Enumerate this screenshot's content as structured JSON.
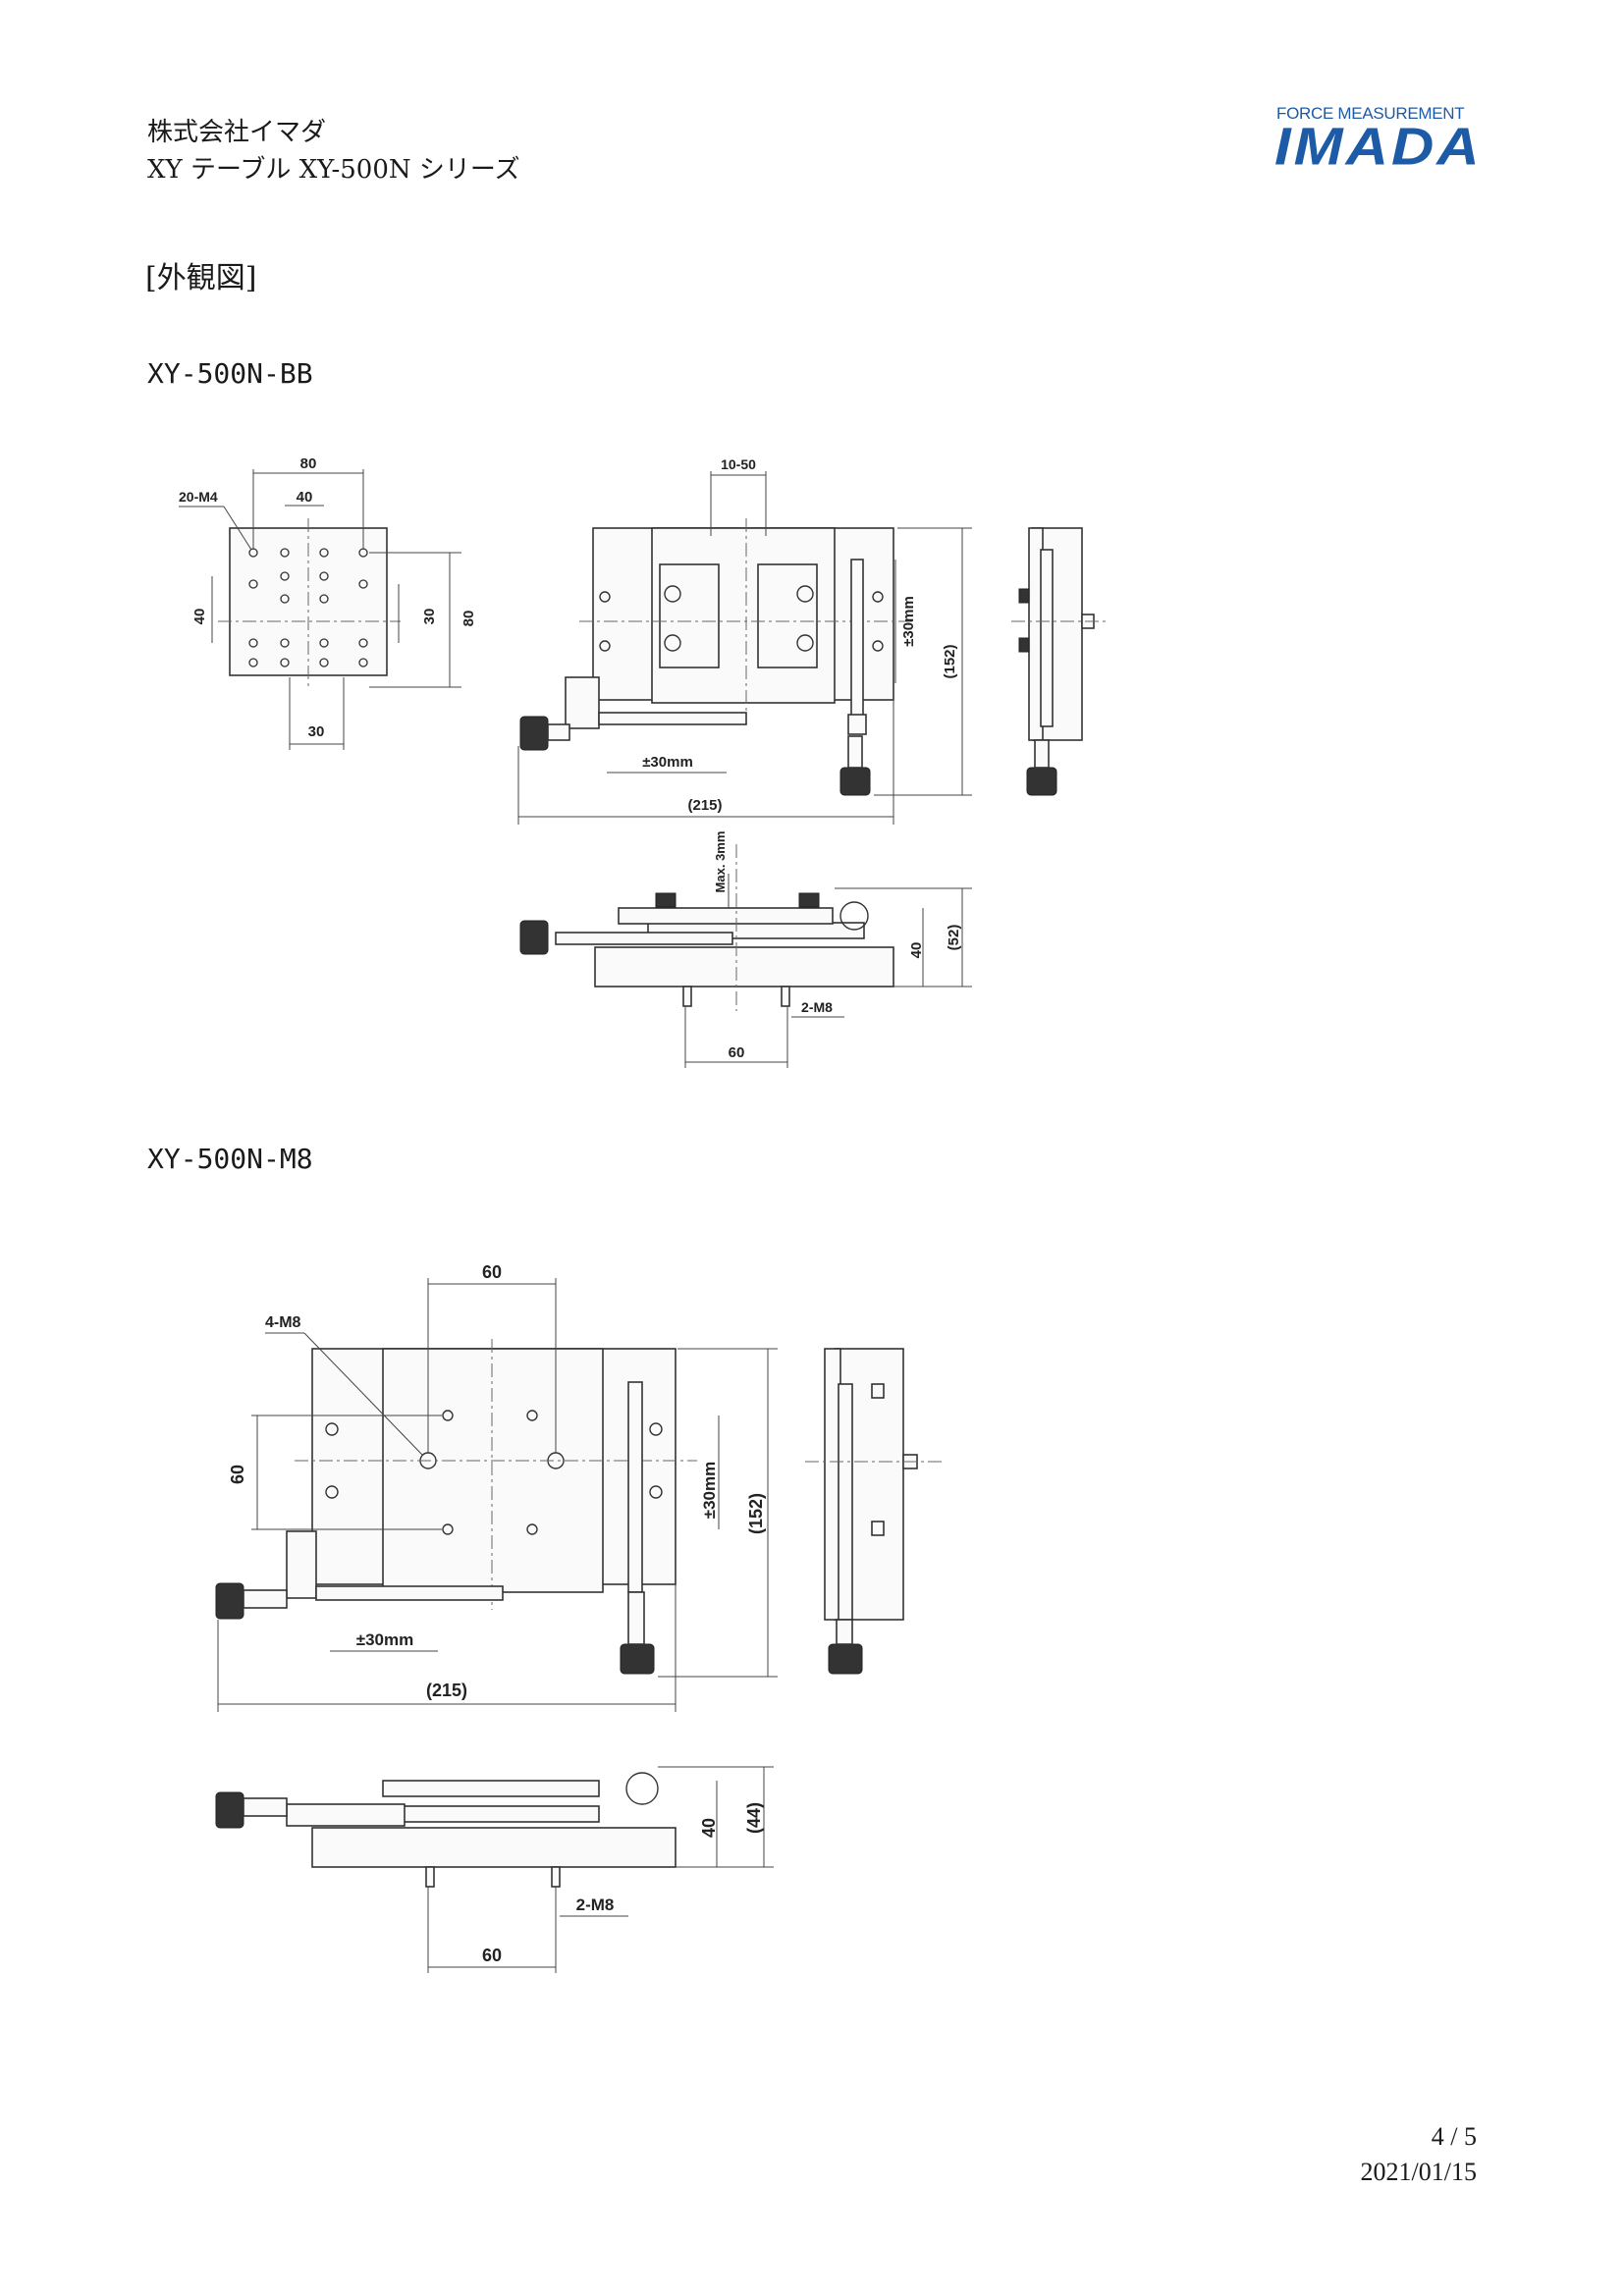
{
  "header": {
    "company": "株式会社イマダ",
    "product_line": "XY テーブル XY-500N シリーズ"
  },
  "logo": {
    "tagline": "FORCE MEASUREMENT",
    "brand": "IMADA",
    "color": "#1d5ba6"
  },
  "section_title": "[外観図]",
  "models": [
    {
      "name": "XY-500N-BB",
      "dims": {
        "w80": "80",
        "w40": "40",
        "holes": "20-M4",
        "left40": "40",
        "r30": "30",
        "r80": "80",
        "b30": "30",
        "stroke_top": "10-50",
        "stroke_x": "±30mm",
        "stroke_y": "±30mm",
        "h152": "(152)",
        "w215": "(215)",
        "max3": "Max. 3mm",
        "h40": "40",
        "h52": "(52)",
        "m8": "2-M8",
        "p60": "60"
      }
    },
    {
      "name": "XY-500N-M8",
      "dims": {
        "w60": "60",
        "holes": "4-M8",
        "left60": "60",
        "stroke_y": "±30mm",
        "h152": "(152)",
        "stroke_x": "±30mm",
        "w215": "(215)",
        "h40": "40",
        "h44": "(44)",
        "m8": "2-M8",
        "p60": "60"
      }
    }
  ],
  "footer": {
    "page": "4 / 5",
    "date": "2021/01/15"
  }
}
